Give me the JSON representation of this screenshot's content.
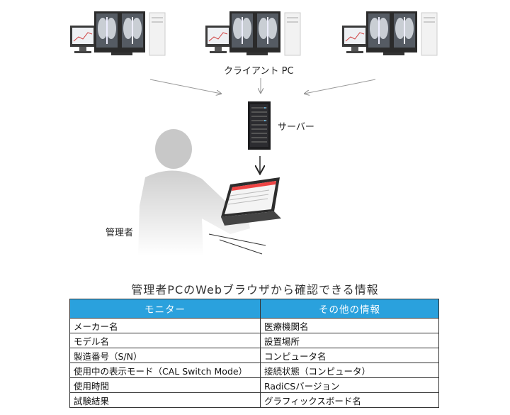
{
  "diagram": {
    "clients_label": "クライアント PC",
    "server_label": "サーバー",
    "admin_label": "管理者"
  },
  "table": {
    "title": "管理者PCのWebブラウザから確認できる情報",
    "headers": [
      "モニター",
      "その他の情報"
    ],
    "rows": [
      [
        "メーカー名",
        "医療機関名"
      ],
      [
        "モデル名",
        "設置場所"
      ],
      [
        "製造番号（S/N）",
        "コンピュータ名"
      ],
      [
        "使用中の表示モード（CAL Switch Mode）",
        "接続状態（コンピュータ）"
      ],
      [
        "使用時間",
        "RadiCSバージョン"
      ],
      [
        "試験結果",
        "グラフィックスボード名"
      ]
    ]
  },
  "colors": {
    "header_bg": "#2aa1dd",
    "header_text": "#ffffff",
    "border": "#333333"
  }
}
